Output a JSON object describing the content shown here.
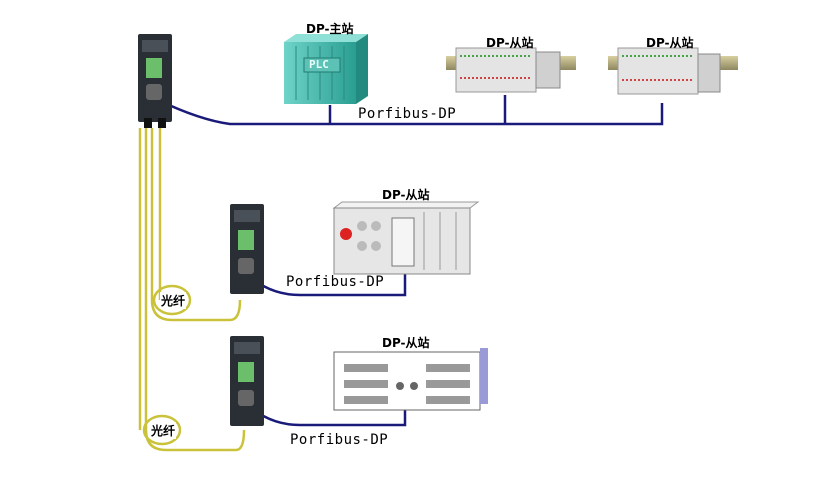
{
  "labels": {
    "master": "DP-主站",
    "slave_1": "DP-从站",
    "slave_2": "DP-从站",
    "slave_3": "DP-从站",
    "slave_4": "DP-从站",
    "plc_text": "PLC",
    "bus_top": "Porfibus-DP",
    "bus_mid": "Porfibus-DP",
    "bus_bottom": "Porfibus-DP",
    "fiber_1": "光纤",
    "fiber_2": "光纤"
  },
  "colors": {
    "bus_cable": "#1a1a7a",
    "fiber_cable": "#c9c23a",
    "plc_cabinet": "#39b6a8",
    "converter": "#2a2f35",
    "io_module": "#e4e4e4"
  }
}
